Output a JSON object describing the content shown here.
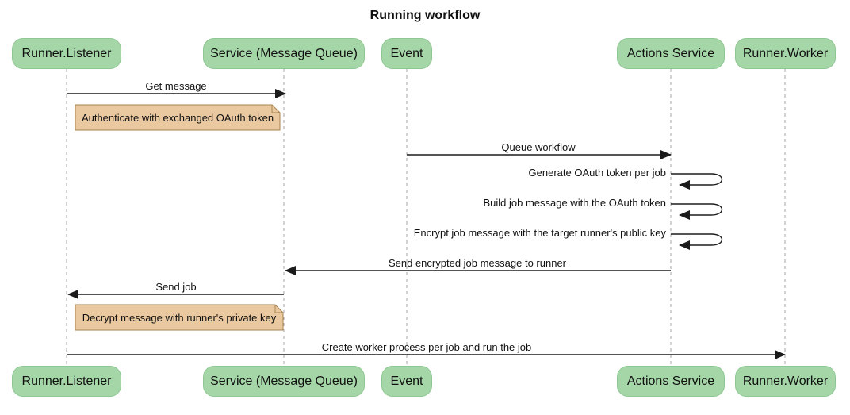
{
  "title": "Running workflow",
  "actors": [
    {
      "name": "Runner.Listener"
    },
    {
      "name": "Service (Message Queue)"
    },
    {
      "name": "Event"
    },
    {
      "name": "Actions Service"
    },
    {
      "name": "Runner.Worker"
    }
  ],
  "messages": [
    {
      "label": "Get message",
      "from": "Runner.Listener",
      "to": "Service (Message Queue)"
    },
    {
      "label": "Queue workflow",
      "from": "Event",
      "to": "Actions Service"
    },
    {
      "label": "Generate OAuth token per job",
      "from": "Actions Service",
      "to": "Actions Service"
    },
    {
      "label": "Build job message with the OAuth token",
      "from": "Actions Service",
      "to": "Actions Service"
    },
    {
      "label": "Encrypt job message with the target runner's public key",
      "from": "Actions Service",
      "to": "Actions Service"
    },
    {
      "label": "Send encrypted job message to runner",
      "from": "Actions Service",
      "to": "Service (Message Queue)"
    },
    {
      "label": "Send job",
      "from": "Service (Message Queue)",
      "to": "Runner.Listener"
    },
    {
      "label": "Create worker process per job and run the job",
      "from": "Runner.Listener",
      "to": "Runner.Worker"
    }
  ],
  "notes": [
    {
      "text": "Authenticate with exchanged OAuth token"
    },
    {
      "text": "Decrypt message with runner's private key"
    }
  ],
  "colors": {
    "actor-fill": "#a5d6a7",
    "actor-stroke": "#8fc793",
    "note-fill": "#eac9a1",
    "note-stroke": "#a8824f",
    "line-color": "#1b1b1b",
    "lifeline-color": "#a5a5a5",
    "text-color": "#111111",
    "background": "#ffffff"
  }
}
